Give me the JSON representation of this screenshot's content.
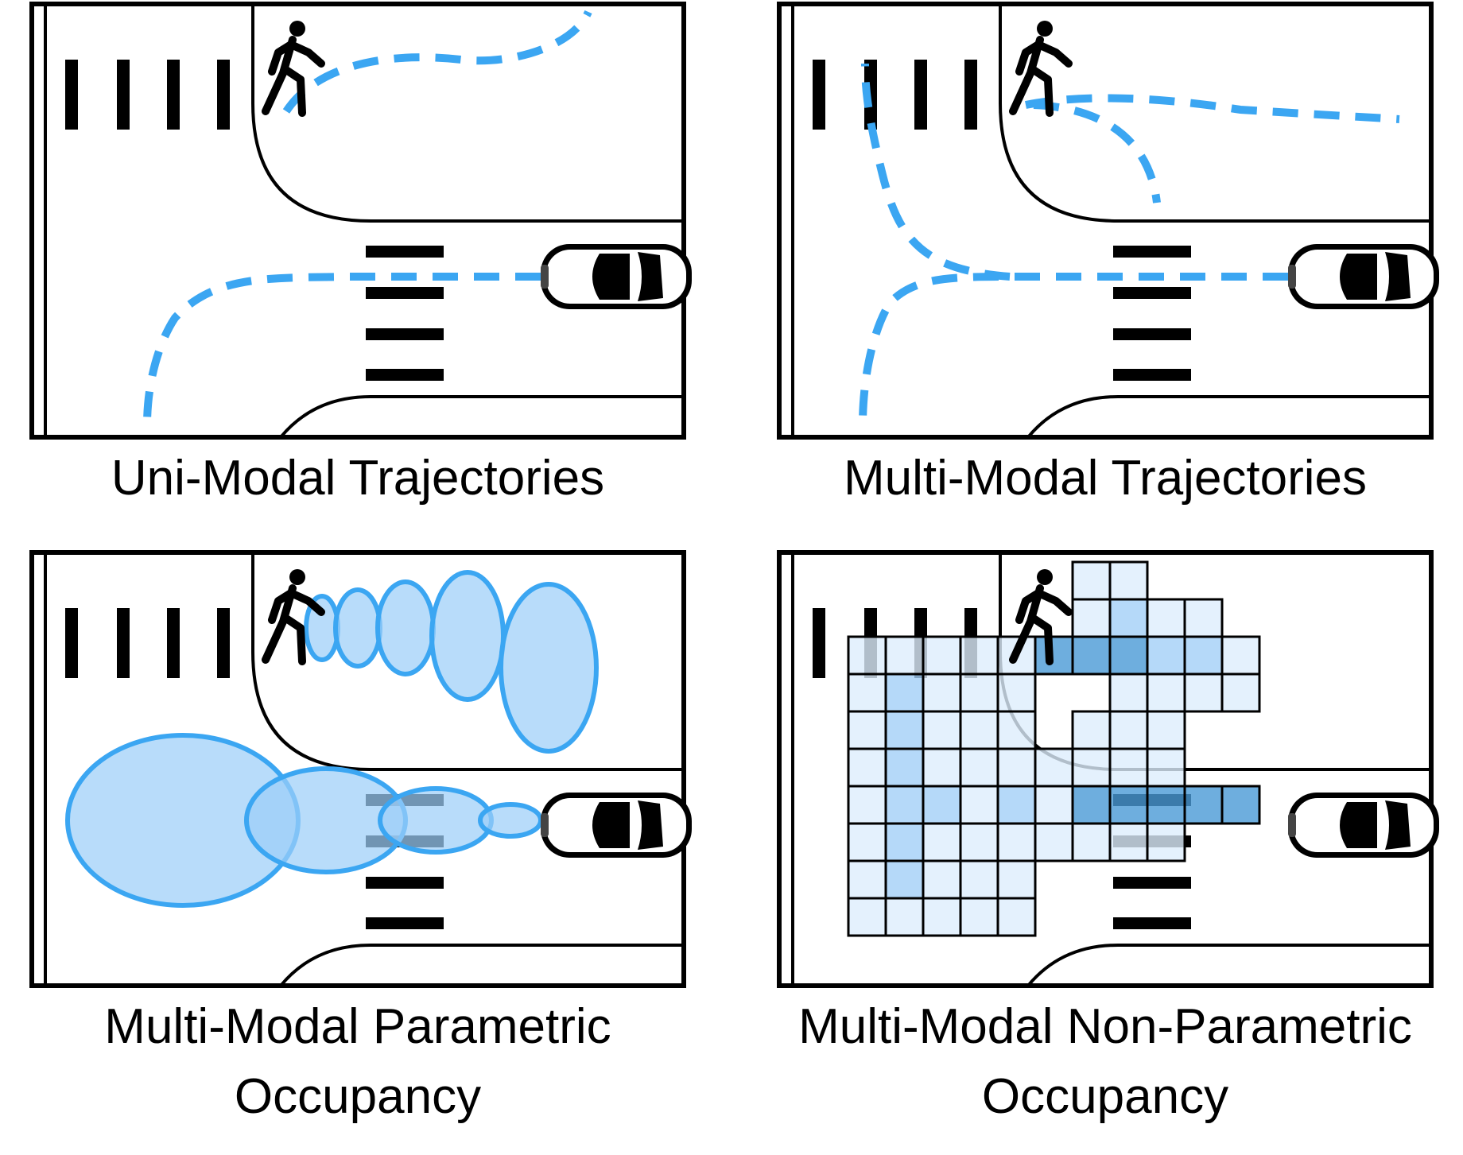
{
  "colors": {
    "trajectory": "#3BA6F2",
    "ellipse_fill": "#B3D9FB",
    "ellipse_stroke": "#3BA6F2",
    "cell_light": "#DDEEFD",
    "cell_mid": "#A3D0F8",
    "cell_dark": "#4A9AD6",
    "road": "#000000"
  },
  "icons": [
    "pedestrian-icon",
    "car-icon",
    "crosswalk-icon"
  ],
  "panels": [
    {
      "id": "uni-modal-trajectories",
      "caption_lines": [
        "Uni-Modal Trajectories"
      ]
    },
    {
      "id": "multi-modal-trajectories",
      "caption_lines": [
        "Multi-Modal Trajectories"
      ]
    },
    {
      "id": "multi-modal-parametric-occupancy",
      "caption_lines": [
        "Multi-Modal Parametric",
        "Occupancy"
      ]
    },
    {
      "id": "multi-modal-non-parametric-occupancy",
      "caption_lines": [
        "Multi-Modal Non-Parametric",
        "Occupancy"
      ]
    }
  ]
}
